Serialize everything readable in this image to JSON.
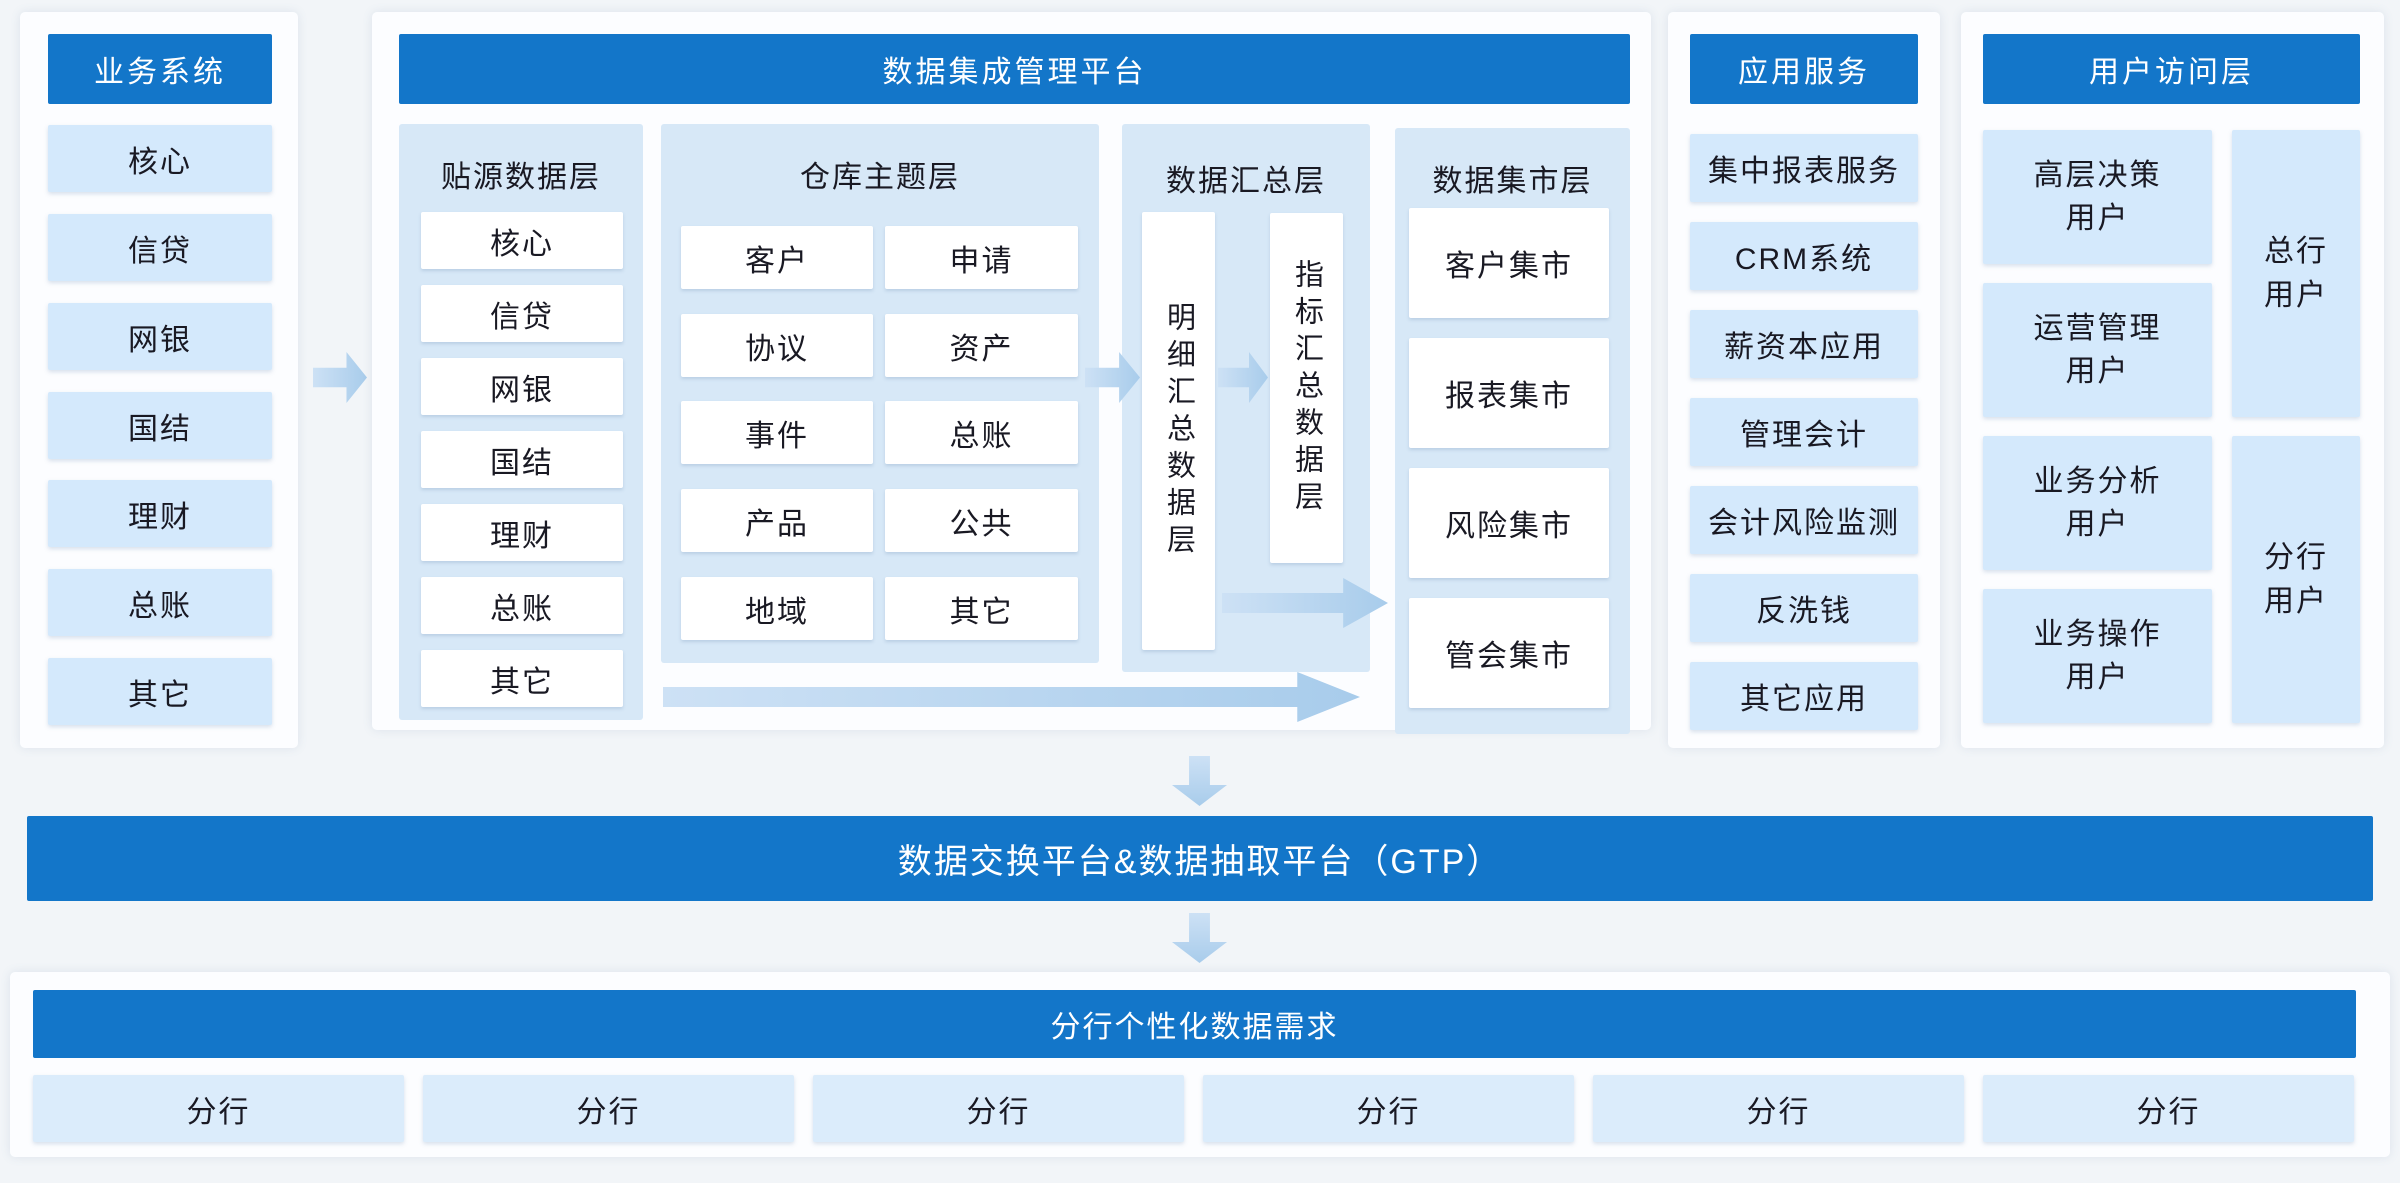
{
  "palette": {
    "accent_blue": "#1376c9",
    "panel_blue": "#d7e8f7",
    "item_blue": "#d4e9fc",
    "arrow_blue": "#b8d6f0",
    "text_dark": "#191923",
    "text_on_blue": "#ffffff"
  },
  "business_systems": {
    "title": "业务系统",
    "items": [
      "核心",
      "信贷",
      "网银",
      "国结",
      "理财",
      "总账",
      "其它"
    ]
  },
  "platform": {
    "title": "数据集成管理平台",
    "source_layer": {
      "title": "贴源数据层",
      "items": [
        "核心",
        "信贷",
        "网银",
        "国结",
        "理财",
        "总账",
        "其它"
      ]
    },
    "warehouse_layer": {
      "title": "仓库主题层",
      "items": [
        "客户",
        "申请",
        "协议",
        "资产",
        "事件",
        "总账",
        "产品",
        "公共",
        "地域",
        "其它"
      ]
    },
    "summary_layer": {
      "title": "数据汇总层",
      "detail_label": "明细汇总数据层",
      "indicator_label": "指标汇总数据层"
    },
    "mart_layer": {
      "title": "数据集市层",
      "items": [
        "客户集市",
        "报表集市",
        "风险集市",
        "管会集市"
      ]
    }
  },
  "app_services": {
    "title": "应用服务",
    "items": [
      "集中报表服务",
      "CRM系统",
      "薪资本应用",
      "管理会计",
      "会计风险监测",
      "反洗钱",
      "其它应用"
    ]
  },
  "user_access": {
    "title": "用户访问层",
    "user_groups": [
      "高层决策\n用户",
      "运营管理\n用户",
      "业务分析\n用户",
      "业务操作\n用户"
    ],
    "bank_groups": [
      "总行\n用户",
      "分行\n用户"
    ]
  },
  "gtp_bar": {
    "label": "数据交换平台&数据抽取平台（GTP）"
  },
  "branch_section": {
    "title": "分行个性化数据需求",
    "items": [
      "分行",
      "分行",
      "分行",
      "分行",
      "分行",
      "分行"
    ]
  }
}
